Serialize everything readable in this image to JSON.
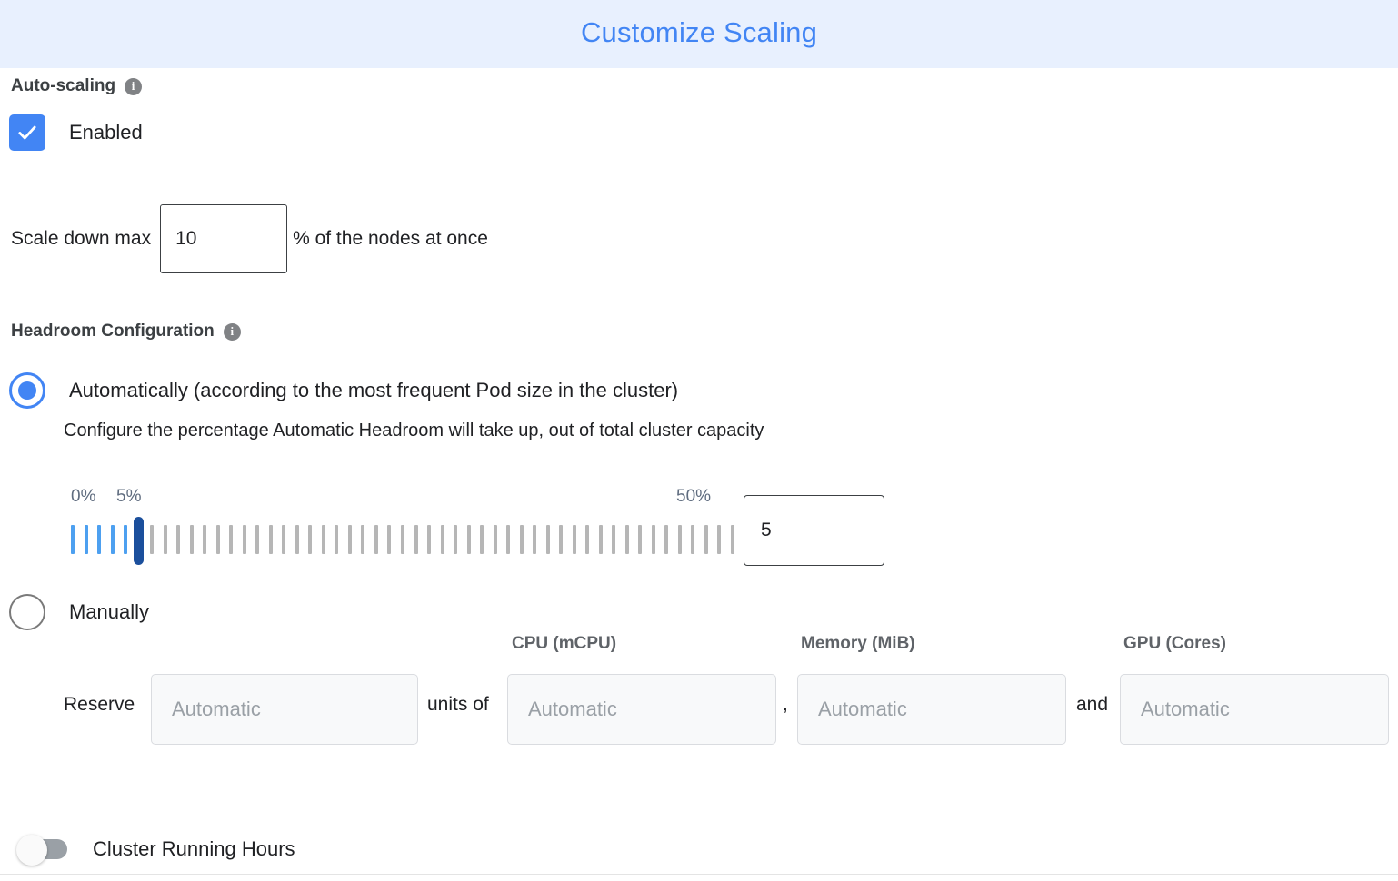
{
  "header": {
    "title": "Customize Scaling",
    "accent_color": "#4285f4",
    "background_color": "#e8f0fe"
  },
  "autoscaling": {
    "section_label": "Auto-scaling",
    "info_glyph": "i",
    "checkbox_label": "Enabled",
    "checkbox_checked": true,
    "checkbox_color": "#4285f4"
  },
  "scale_down": {
    "prefix_label": "Scale down max",
    "value": "10",
    "suffix_label": "% of the nodes at once"
  },
  "headroom": {
    "section_label": "Headroom Configuration",
    "info_glyph": "i",
    "option_auto_label": "Automatically (according to the most frequent Pod size in the cluster)",
    "option_auto_selected": true,
    "description": "Configure the percentage Automatic Headroom will take up, out of total cluster capacity",
    "option_manual_label": "Manually",
    "option_manual_selected": false
  },
  "slider": {
    "min_label": "0%",
    "current_label": "5%",
    "max_label": "50%",
    "min": 0,
    "max": 50,
    "value": 5,
    "tick_count": 51,
    "filled_color": "#4da0f0",
    "empty_color": "#b6b6b6",
    "thumb_color": "#1b4f9c",
    "value_input": "5"
  },
  "reserve": {
    "row_label": "Reserve",
    "units_of_label": "units of",
    "comma_label": ",",
    "and_label": "and",
    "columns": [
      {
        "header": "",
        "placeholder": "Automatic",
        "value": ""
      },
      {
        "header": "CPU (mCPU)",
        "placeholder": "Automatic",
        "value": ""
      },
      {
        "header": "Memory (MiB)",
        "placeholder": "Automatic",
        "value": ""
      },
      {
        "header": "GPU (Cores)",
        "placeholder": "Automatic",
        "value": ""
      }
    ]
  },
  "cluster_running_hours": {
    "label": "Cluster Running Hours",
    "enabled": false
  }
}
